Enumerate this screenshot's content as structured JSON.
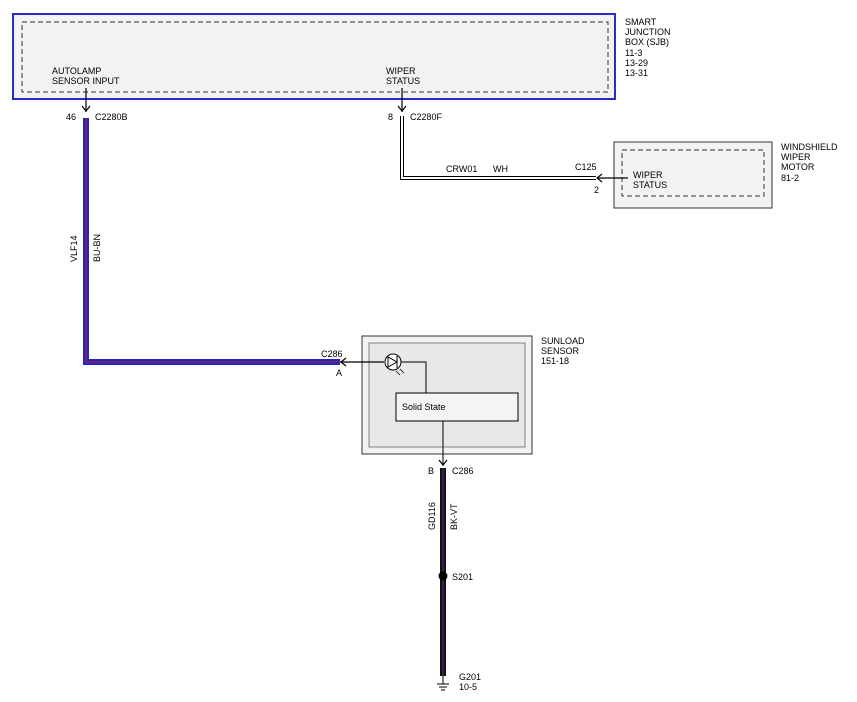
{
  "colors": {
    "module_border": "#2b2bc8",
    "wire_blue": "#2222dd",
    "wire_brown": "#8a2a1a",
    "wire_black": "#111111",
    "wire_white": "#ffffff",
    "box_fill": "#f2f2f2"
  },
  "sjb": {
    "title_lines": [
      "SMART",
      "JUNCTION",
      "BOX (SJB)"
    ],
    "refs": [
      "11-3",
      "13-29",
      "13-31"
    ],
    "pins": [
      {
        "label_lines": [
          "AUTOLAMP",
          "SENSOR INPUT"
        ],
        "pin": "46",
        "connector": "C2280B"
      },
      {
        "label_lines": [
          "WIPER",
          "STATUS"
        ],
        "pin": "8",
        "connector": "C2280F"
      }
    ]
  },
  "wiper_motor": {
    "title_lines": [
      "WINDSHIELD",
      "WIPER",
      "MOTOR"
    ],
    "ref": "81-2",
    "pin_label_lines": [
      "WIPER",
      "STATUS"
    ],
    "connector": "C125",
    "pin": "2"
  },
  "wire_crw01": {
    "circuit": "CRW01",
    "color": "WH"
  },
  "wire_vlf14": {
    "circuit": "VLF14",
    "color": "BU-BN"
  },
  "sunload": {
    "title_lines": [
      "SUNLOAD",
      "SENSOR"
    ],
    "ref": "151-18",
    "inner_label": "Solid State",
    "connector_a": "C286",
    "pin_a": "A",
    "connector_b": "C286",
    "pin_b": "B"
  },
  "wire_gd116": {
    "circuit": "GD116",
    "color": "BK-VT"
  },
  "splice": {
    "label": "S201"
  },
  "ground": {
    "label": "G201",
    "ref": "10-5"
  }
}
